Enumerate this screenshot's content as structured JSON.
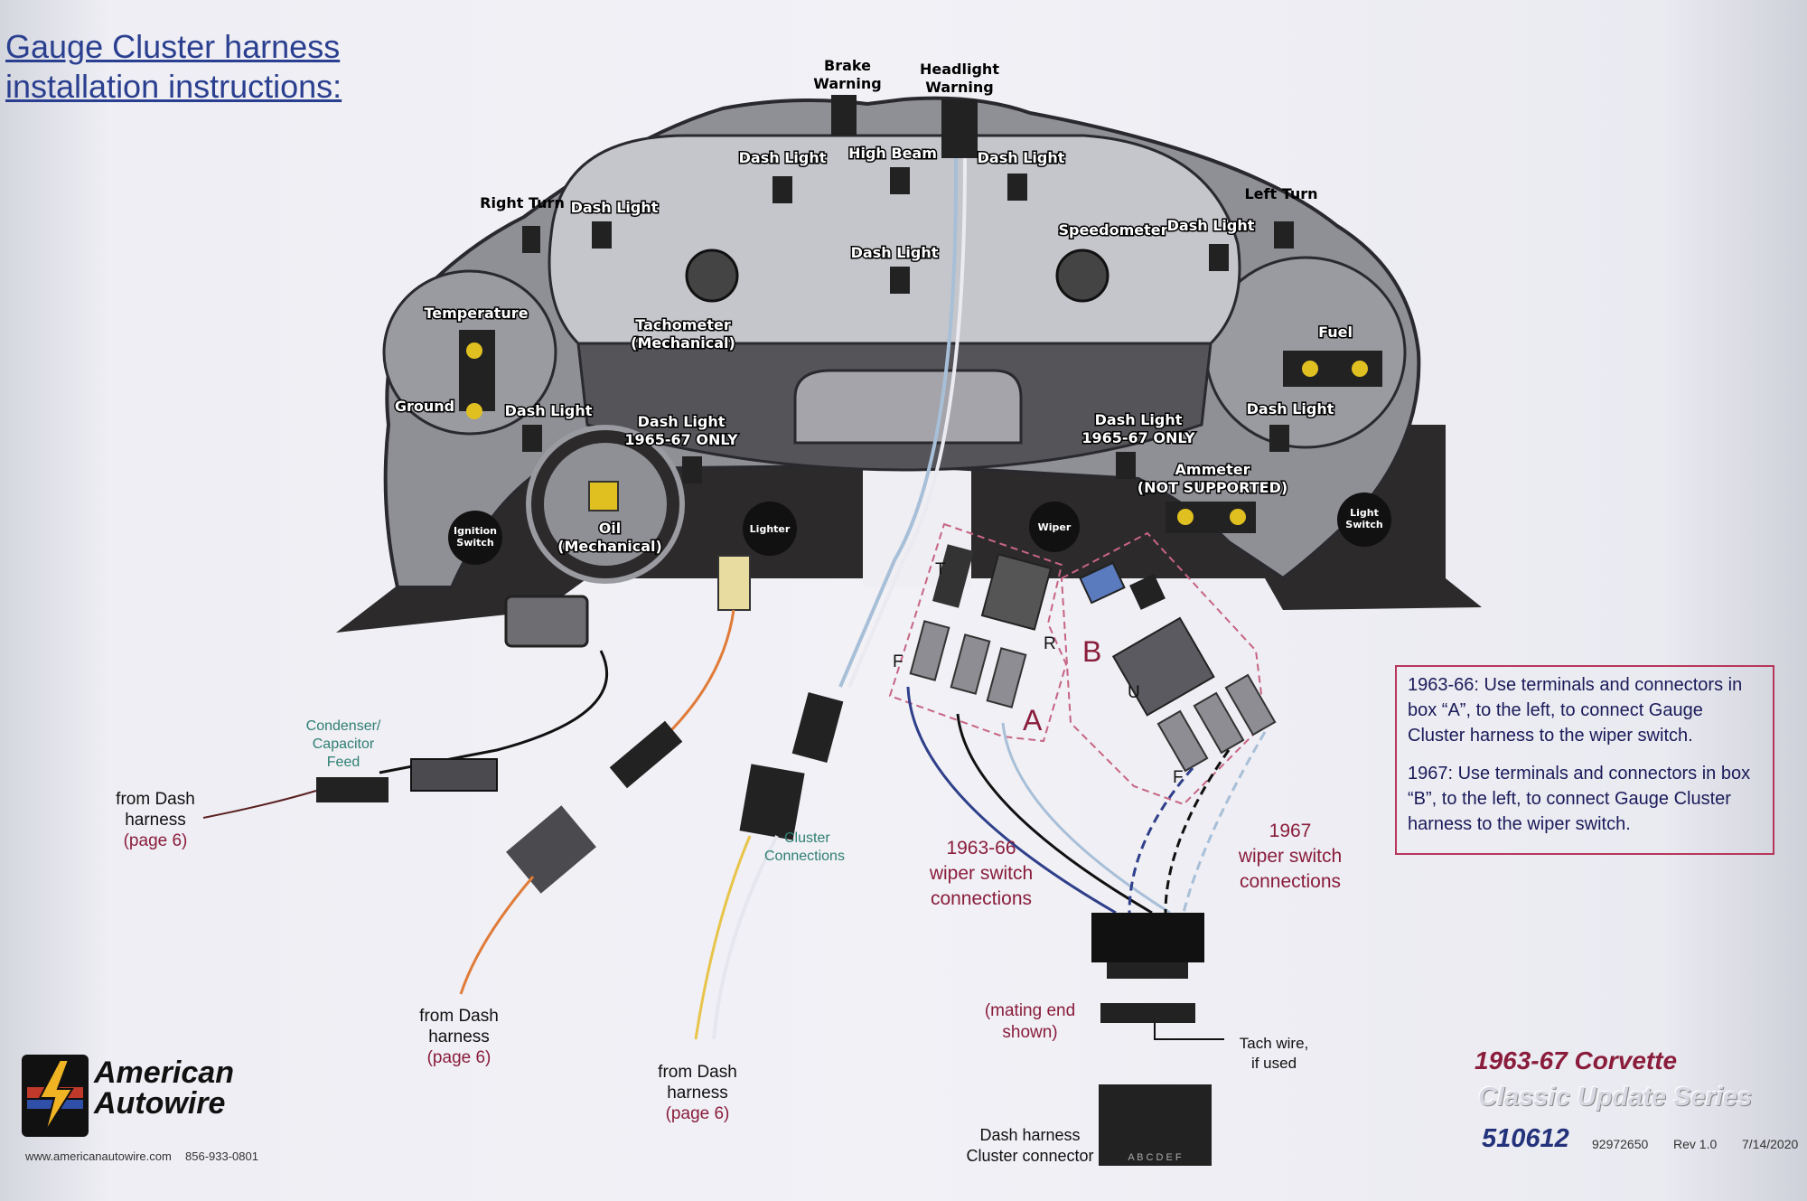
{
  "title_line1": "Gauge Cluster harness",
  "title_line2": "installation instructions:",
  "labels": {
    "brake_warning_1": "Brake",
    "brake_warning_2": "Warning",
    "headlight_warning_1": "Headlight",
    "headlight_warning_2": "Warning",
    "dash_light": "Dash Light",
    "high_beam": "High Beam",
    "right_turn": "Right Turn",
    "left_turn": "Left Turn",
    "speedometer": "Speedometer",
    "tachometer_1": "Tachometer",
    "tachometer_2": "(Mechanical)",
    "temperature": "Temperature",
    "fuel": "Fuel",
    "ground": "Ground",
    "dash_light_6567_1": "Dash Light",
    "dash_light_6567_2": "1965-67 ONLY",
    "ammeter_1": "Ammeter",
    "ammeter_2": "(NOT SUPPORTED)",
    "oil_1": "Oil",
    "oil_2": "(Mechanical)",
    "ignition_1": "Ignition",
    "ignition_2": "Switch",
    "lighter": "Lighter",
    "wiper": "Wiper",
    "light_switch_1": "Light",
    "light_switch_2": "Switch"
  },
  "terminals": {
    "T": "T",
    "R": "R",
    "F": "F",
    "A": "A",
    "B": "B",
    "U": "U"
  },
  "callouts": {
    "condenser_1": "Condenser/",
    "condenser_2": "Capacitor",
    "condenser_3": "Feed",
    "from_dash_1": "from Dash",
    "from_dash_2": "harness",
    "from_dash_3": "(page 6)",
    "cluster_1": "Cluster",
    "cluster_2": "Connections",
    "wiper6366_1": "1963-66",
    "wiper6366_2": "wiper switch",
    "wiper6366_3": "connections",
    "wiper67_1": "1967",
    "wiper67_2": "wiper switch",
    "wiper67_3": "connections",
    "mating_1": "(mating end",
    "mating_2": "shown)",
    "tach_1": "Tach wire,",
    "tach_2": "if used",
    "dash_cluster_1": "Dash harness",
    "dash_cluster_2": "Cluster connector",
    "conn_letters": "A B C D E F"
  },
  "note": {
    "p1": "1963-66: Use terminals and connectors in box “A”, to the left, to connect Gauge Cluster harness to the wiper switch.",
    "p2": "1967: Use terminals and connectors in box “B”, to the left, to connect Gauge Cluster harness to the wiper switch."
  },
  "brand": {
    "line1": "American",
    "line2": "Autowire",
    "web": "www.americanautowire.com",
    "phone": "856-933-0801"
  },
  "footer": {
    "model": "1963-67 Corvette",
    "series": "Classic Update Series",
    "part": "510612",
    "code": "92972650",
    "rev": "Rev 1.0",
    "date": "7/14/2020"
  },
  "colors": {
    "title": "#2a3f8f",
    "accent_red": "#8a1d3b",
    "green_text": "#2f7f72",
    "cluster_body": "#8f8f96",
    "dark_panel": "#2c2a2b"
  }
}
